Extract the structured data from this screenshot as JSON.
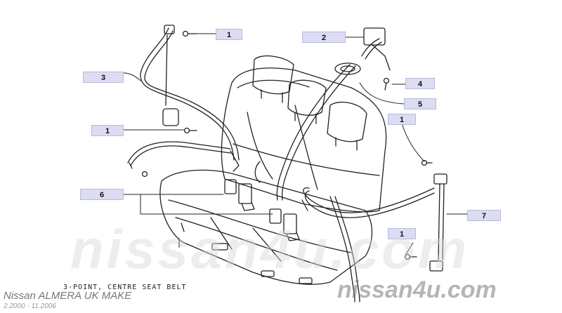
{
  "callouts": [
    {
      "id": "c1a",
      "label": "1"
    },
    {
      "id": "c2",
      "label": "2"
    },
    {
      "id": "c3",
      "label": "3"
    },
    {
      "id": "c4",
      "label": "4"
    },
    {
      "id": "c5",
      "label": "5"
    },
    {
      "id": "c1b",
      "label": "1"
    },
    {
      "id": "c1c",
      "label": "1"
    },
    {
      "id": "c6",
      "label": "6"
    },
    {
      "id": "c7",
      "label": "7"
    },
    {
      "id": "c1d",
      "label": "1"
    }
  ],
  "caption": {
    "title": "3-POINT, CENTRE SEAT BELT",
    "model": "Nissan  ALMERA UK MAKE",
    "dates": "2.2000  -  11.2006"
  },
  "watermark": {
    "large": "nissan4u.com",
    "small": "nissan4u.com"
  },
  "colors": {
    "line": "#222222",
    "callout_fill": "#dcdcf2",
    "watermark": "#c8c8c8"
  }
}
